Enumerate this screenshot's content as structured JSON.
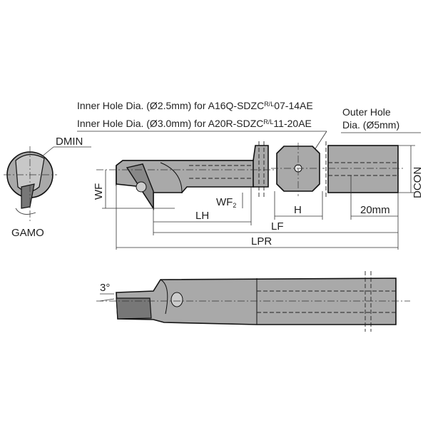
{
  "notes": {
    "inner_hole_1": "Inner Hole Dia. (Ø2.5mm) for A16Q-SDZC",
    "inner_hole_1_suffix": "07-14AE",
    "inner_hole_2": "Inner Hole Dia. (Ø3.0mm) for A20R-SDZC",
    "inner_hole_2_suffix": "11-20AE",
    "hand_mark": "R/L",
    "outer_hole_line1": "Outer Hole",
    "outer_hole_line2": "Dia. (Ø5mm)"
  },
  "dimensions": {
    "dmin": "DMIN",
    "gamo": "GAMO",
    "wf": "WF",
    "wf2": "WF",
    "wf2_sub": "2",
    "lh": "LH",
    "lf": "LF",
    "lpr": "LPR",
    "h": "H",
    "length_20": "20mm",
    "dcon": "DCON",
    "angle": "3°"
  },
  "colors": {
    "body": "#a9a9a9",
    "line": "#111111"
  }
}
